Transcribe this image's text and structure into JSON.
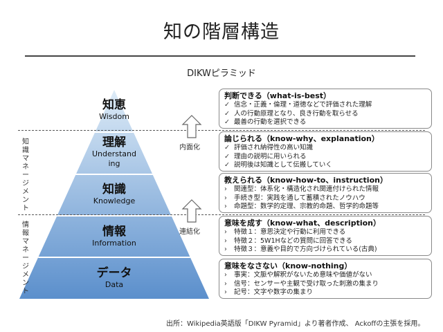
{
  "title": "知の階層構造",
  "subtitle": "DIKWピラミッド",
  "layers": [
    {
      "jp": "知恵",
      "en": "Wisdom"
    },
    {
      "jp": "理解",
      "en": "Understand ing"
    },
    {
      "jp": "知識",
      "en": "Knowledge"
    },
    {
      "jp": "情報",
      "en": "Information"
    },
    {
      "jp": "データ",
      "en": "Data"
    }
  ],
  "side_labels": {
    "knowledge_mgmt": "知識マネージメント",
    "info_mgmt": "情報マネージメント"
  },
  "arrows": {
    "upper": "内面化",
    "lower": "連結化"
  },
  "boxes": [
    {
      "head": "判断できる（what-is-best）",
      "marker": "✓",
      "items": [
        "信念・正義・倫理・道徳などで評価された理解",
        "人の行動原理となり、良き行動を取らせる",
        "最善の行動を選択できる"
      ]
    },
    {
      "head": "論じられる（know-why、explanation）",
      "marker": "✓",
      "items": [
        "評価され納得性の高い知識",
        "理由の説明に用いられる",
        "説明後は知識として伝搬していく"
      ]
    },
    {
      "head": "教えられる（know-how-to、instruction）",
      "marker": "›",
      "items": [
        "関連型：体系化・構造化され関連付けられた情報",
        "手続き型：実践を通して蓄積されたノウハウ",
        "命題型：数学的定理、宗教的命題、哲学的命題等"
      ]
    },
    {
      "head": "意味を成す（know-what、description）",
      "marker": "›",
      "items": [
        "特徴１：意思決定や行動に利用できる",
        "特徴２：5W1Hなどの質問に回答できる",
        "特徴３：意義や目的で方向づけられている(古典)"
      ]
    },
    {
      "head": "意味をなさない（know-nothing）",
      "marker": "›",
      "items": [
        "事実：文脈や解釈がないため意味や価値がない",
        "信号：センサーや主観で受け取った刺激の集まり",
        "記号：文字や数字の集まり"
      ]
    }
  ],
  "footer": "出所：Wikipedia英語版「DIKW Pyramid」より著者作成、 Ackoffの主張を採用。",
  "colors": {
    "pyramid_top": "#ddebf7",
    "pyramid_bottom": "#5b8fcc",
    "arrow_fill": "#ffffff",
    "arrow_stroke": "#666666"
  }
}
